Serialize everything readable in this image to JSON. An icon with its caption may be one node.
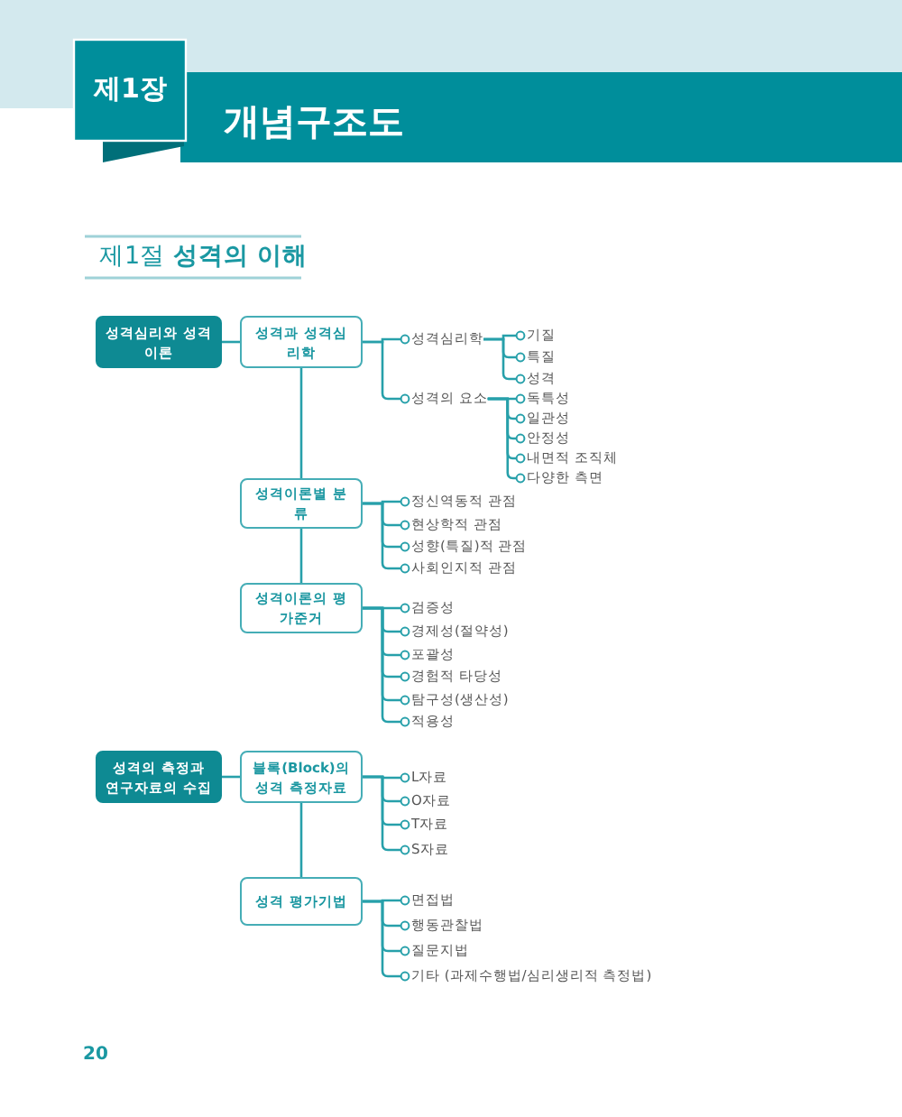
{
  "diagram": {
    "title": "개념구조도",
    "nodes": [
      {
        "text": [
          "성격심리와 성격이론"
        ]
      },
      {
        "text": [
          "성격과 성격심리학"
        ]
      },
      {
        "text": [
          "성격심리학"
        ]
      },
      {
        "text": [
          "기질"
        ]
      },
      {
        "text": [
          "특질"
        ]
      },
      {
        "text": [
          "성격"
        ]
      },
      {
        "text": [
          "성격의 요소"
        ]
      },
      {
        "text": [
          "독특성"
        ]
      },
      {
        "text": [
          "일관성"
        ]
      },
      {
        "text": [
          "안정성"
        ]
      },
      {
        "text": [
          "내면적 조직체"
        ]
      },
      {
        "text": [
          "다양한 측면"
        ]
      },
      {
        "text": [
          "성격이론별 분류"
        ]
      },
      {
        "text": [
          "정신역동적 관점"
        ]
      },
      {
        "text": [
          "현상학적 관점"
        ]
      },
      {
        "text": [
          "성향(특질)적 관점"
        ]
      },
      {
        "text": [
          "사회인지적 관점"
        ]
      },
      {
        "text": [
          "성격이론의 평가준거"
        ]
      },
      {
        "text": [
          "검증성"
        ]
      },
      {
        "text": [
          "경제성(절약성)"
        ]
      },
      {
        "text": [
          "포괄성"
        ]
      },
      {
        "text": [
          "경험적 타당성"
        ]
      },
      {
        "text": [
          "탐구성(생산성)"
        ]
      },
      {
        "text": [
          "적용성"
        ]
      },
      {
        "text": [
          "성격의 측정과 연구자료의 수집"
        ]
      },
      {
        "text": [
          "블록(Block)의 성격 측정자료"
        ]
      },
      {
        "text": [
          "L자료"
        ]
      },
      {
        "text": [
          "O자료"
        ]
      },
      {
        "text": [
          "T자료"
        ]
      },
      {
        "text": [
          "S자료"
        ]
      },
      {
        "text": [
          "성격 평가기법"
        ]
      },
      {
        "text": [
          "면접법"
        ]
      },
      {
        "text": [
          "행동관찰법"
        ]
      },
      {
        "text": [
          "질문지법"
        ]
      },
      {
        "text": [
          "기타 (과제수행법/심리생리적 측정법)"
        ]
      }
    ],
    "edges": [
      {
        "from": 0,
        "to": 1,
        "arrow": "none"
      },
      {
        "from": 1,
        "to": 2,
        "arrow": "other"
      },
      {
        "from": 1,
        "to": 6,
        "arrow": "other"
      },
      {
        "from": 2,
        "to": 3,
        "arrow": "other"
      },
      {
        "from": 2,
        "to": 4,
        "arrow": "other"
      },
      {
        "from": 2,
        "to": 5,
        "arrow": "other"
      },
      {
        "from": 6,
        "to": 7,
        "arrow": "other"
      },
      {
        "from": 6,
        "to": 8,
        "arrow": "other"
      },
      {
        "from": 6,
        "to": 9,
        "arrow": "other"
      },
      {
        "from": 6,
        "to": 10,
        "arrow": "other"
      },
      {
        "from": 6,
        "to": 11,
        "arrow": "other"
      },
      {
        "from": 1,
        "to": 12,
        "arrow": "none"
      },
      {
        "from": 12,
        "to": 13,
        "arrow": "other"
      },
      {
        "from": 12,
        "to": 14,
        "arrow": "other"
      },
      {
        "from": 12,
        "to": 15,
        "arrow": "other"
      },
      {
        "from": 12,
        "to": 16,
        "arrow": "other"
      },
      {
        "from": 12,
        "to": 17,
        "arrow": "none"
      },
      {
        "from": 17,
        "to": 18,
        "arrow": "other"
      },
      {
        "from": 17,
        "to": 19,
        "arrow": "other"
      },
      {
        "from": 17,
        "to": 20,
        "arrow": "other"
      },
      {
        "from": 17,
        "to": 21,
        "arrow": "other"
      },
      {
        "from": 17,
        "to": 22,
        "arrow": "other"
      },
      {
        "from": 17,
        "to": 23,
        "arrow": "other"
      },
      {
        "from": 24,
        "to": 25,
        "arrow": "none"
      },
      {
        "from": 25,
        "to": 26,
        "arrow": "other"
      },
      {
        "from": 25,
        "to": 27,
        "arrow": "other"
      },
      {
        "from": 25,
        "to": 28,
        "arrow": "other"
      },
      {
        "from": 25,
        "to": 29,
        "arrow": "other"
      },
      {
        "from": 25,
        "to": 30,
        "arrow": "none"
      },
      {
        "from": 30,
        "to": 31,
        "arrow": "other"
      },
      {
        "from": 30,
        "to": 32,
        "arrow": "other"
      },
      {
        "from": 30,
        "to": 33,
        "arrow": "other"
      },
      {
        "from": 30,
        "to": 34,
        "arrow": "other"
      }
    ],
    "labels": [
      "제1장",
      "제1절 **성격의 이해**",
      "20"
    ]
  }
}
